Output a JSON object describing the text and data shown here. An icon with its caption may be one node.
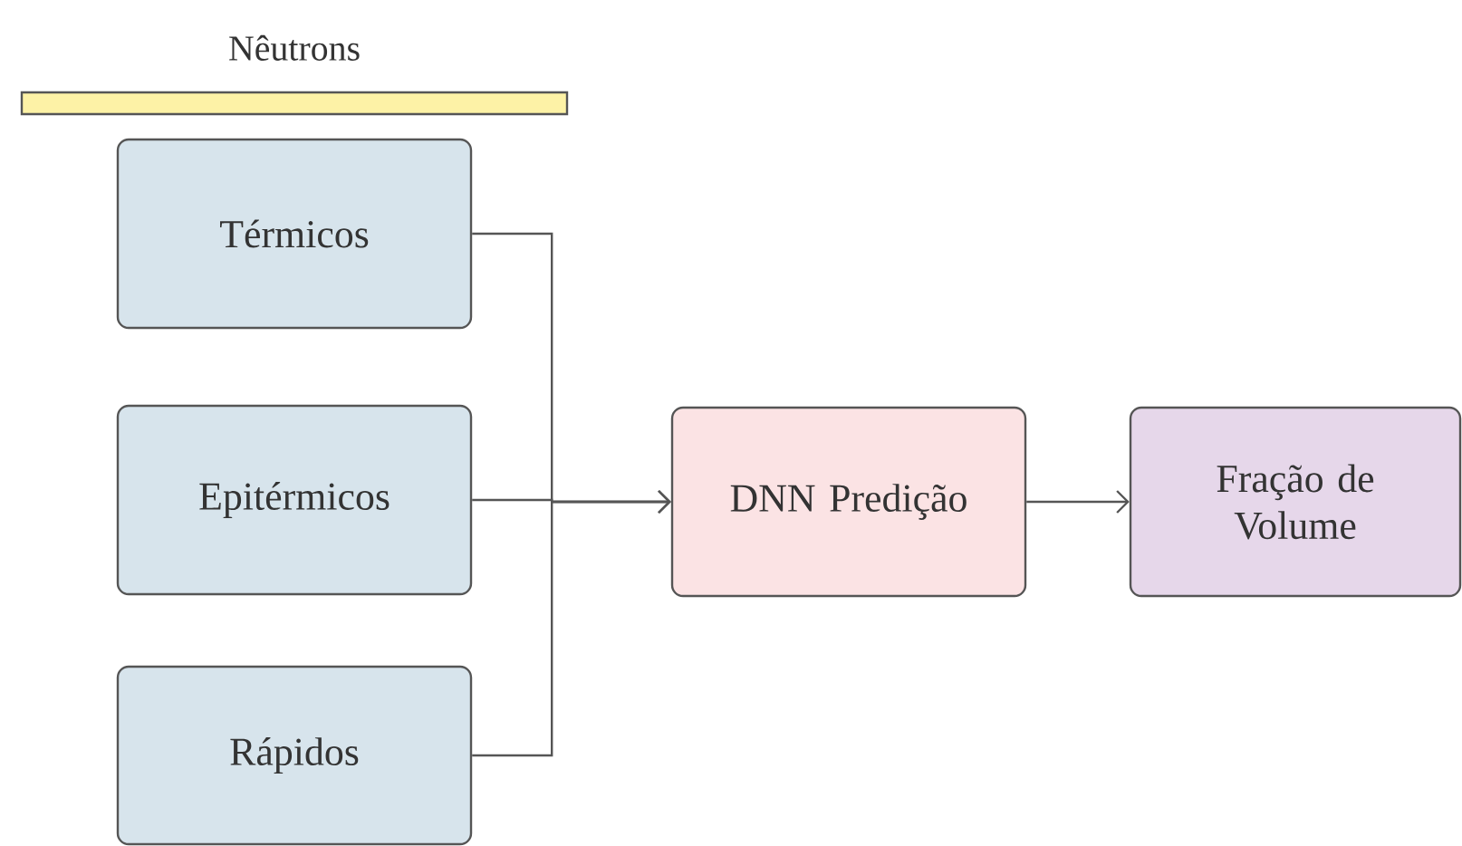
{
  "diagram": {
    "nodes": [
      {
        "text": [
          "Nêutrons"
        ]
      },
      {
        "text": [
          "Térmicos"
        ]
      },
      {
        "text": [
          "Epitérmicos"
        ]
      },
      {
        "text": [
          "Rápidos"
        ]
      },
      {
        "text": [
          "DNN Predição"
        ]
      },
      {
        "text": [
          "Fração de Volume"
        ]
      }
    ],
    "edges": [
      {
        "from": 1,
        "to": 4,
        "arrow": "to"
      },
      {
        "from": 2,
        "to": 4,
        "arrow": "to"
      },
      {
        "from": 3,
        "to": 4,
        "arrow": "to"
      },
      {
        "from": 4,
        "to": 5,
        "arrow": "to"
      }
    ]
  }
}
